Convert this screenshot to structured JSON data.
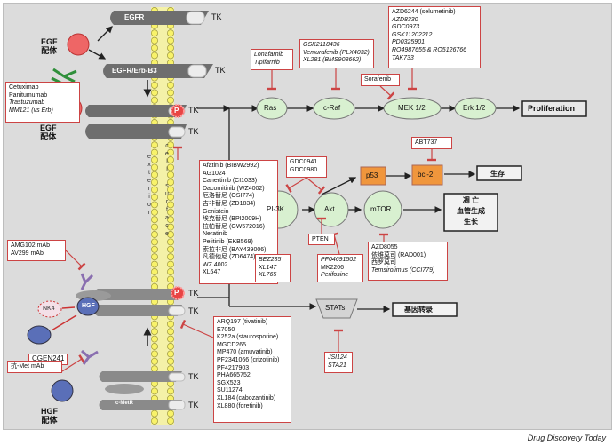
{
  "footer": "Drug Discovery Today",
  "receptors": {
    "egfr": "EGFR",
    "egfr_erb": "EGFR/Erb-B3",
    "cmetr": "c-MetR",
    "tk": "TK",
    "p": "P"
  },
  "ligands": {
    "egf1_a": "EGF",
    "egf1_b": "配体",
    "egf2_a": "EGF",
    "egf2_b": "配体",
    "hgf1": "HGF",
    "hgf2_a": "HGF",
    "hgf2_b": "配体",
    "nk4": "NK4",
    "cgen": "CGEN241"
  },
  "membrane_label": [
    "e",
    "x",
    "t",
    "e",
    "r",
    "i",
    "o",
    "r"
  ],
  "membrane_label2": [
    "c",
    "e",
    "l",
    "l",
    " ",
    "s",
    "u",
    "r",
    "f",
    "a",
    "c",
    "e"
  ],
  "boxes": {
    "cetuximab": [
      "Cetuximab",
      "Panitumumab",
      "Trastuzumab",
      "MM121 (vs Erb)"
    ],
    "amg": [
      "AMG102 mAb",
      "AV299 mAb"
    ],
    "antimet": "抗-Met mAb",
    "farnesyl": [
      "Lonafarnib",
      "Tipifarnib"
    ],
    "raf": [
      "GSK2118436",
      "Vemurafenib (PLX4032)",
      "XL281 (BMS908662)"
    ],
    "sorafenib": "Sorafenib",
    "mek": [
      "AZD6244 (selumetinib)",
      "AZD8330",
      "GDC0973",
      "GSK11202212",
      "PD0325901",
      "RO4987655 & RO5126766",
      "TAK733"
    ],
    "egfr_tki": [
      "Afatinib (BIBW2992)",
      "AG1024",
      "Canertinib (CI1033)",
      "Dacomitinib (WZ4002)",
      "厄洛替尼 (OSI774)",
      "吉非替尼 (ZD1834)",
      "Genistein",
      "埃克替尼 (BPI2009H)",
      "拉帕替尼 (GW572016)",
      "Neratinib",
      "Pelitinib (EKB569)",
      "索拉非尼 (BAY439006)",
      "凡德他尼 (ZD6474)",
      "WZ 4002",
      "XL647"
    ],
    "gdc": [
      "GDC0941",
      "GDC0980"
    ],
    "abt": "ABT737",
    "pten": "PTEN",
    "pi3k_inh": [
      "BEZ235",
      "XL147",
      "XL765"
    ],
    "akt_inh": [
      "PF04691502",
      "MK2206",
      "Perifosine"
    ],
    "mtor_inh": [
      "AZD8055",
      "依维莫司 (RAD001)",
      "西罗莫司",
      "Temsirolimus (CCI779)"
    ],
    "met_inh": [
      "ARQ197 (tivatinib)",
      "E7050",
      "K252a (staurosporine)",
      "MGCD265",
      "MP470 (amuvatinib)",
      "PF2341066 (crizotinib)",
      "PF4217903",
      "PHA665752",
      "SGX523",
      "SU11274",
      "XL184 (cabozantinib)",
      "XL880 (foretinib)"
    ],
    "jsi": [
      "JSI124",
      "STA21"
    ]
  },
  "nodes": {
    "ras": "Ras",
    "craf": "c-Raf",
    "mek": "MEK 1/2",
    "erk": "Erk 1/2",
    "pi3k": "PI-3K",
    "akt": "Akt",
    "mtor": "mTOR",
    "p53": "p53",
    "bcl2": "bcl-2",
    "stats": "STATs"
  },
  "outputs": {
    "proliferation": "Proliferation",
    "survival": "生存",
    "apoptosis": [
      "凋 亡",
      "血管生成",
      "生长"
    ],
    "transcription": "基因转录"
  },
  "colors": {
    "panel": "#dcdcdc",
    "inhibitor_border": "#cc4444",
    "node_fill": "#d8f0d0",
    "orange_node": "#f0963c",
    "egf_ligand": "#ee6666",
    "hgf_ligand": "#5a6fb8",
    "phospho": "#e84444"
  }
}
